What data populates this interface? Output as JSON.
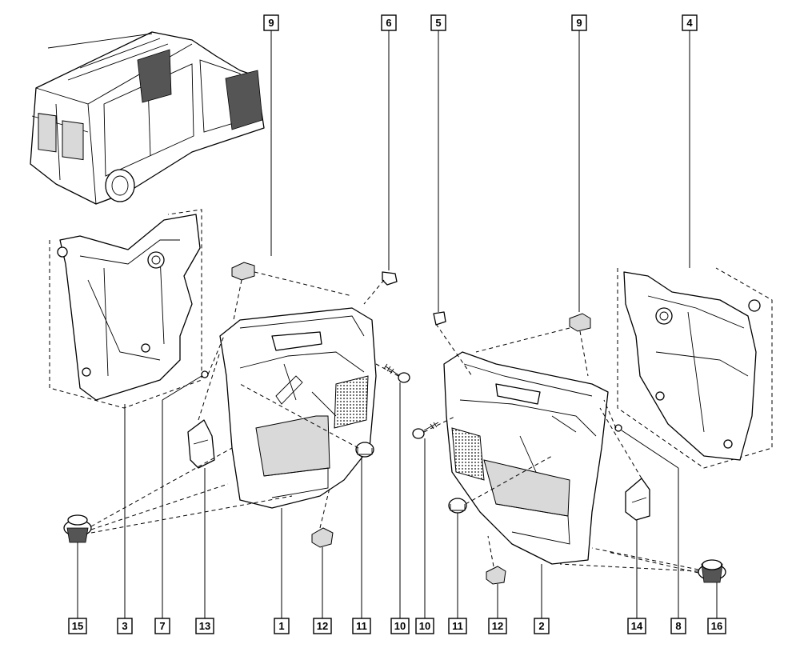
{
  "callouts": {
    "c1": "1",
    "c2": "2",
    "c3": "3",
    "c4": "4",
    "c5": "5",
    "c6": "6",
    "c7": "7",
    "c8": "8",
    "c9a": "9",
    "c9b": "9",
    "c10a": "10",
    "c10b": "10",
    "c11a": "11",
    "c11b": "11",
    "c12a": "12",
    "c12b": "12",
    "c13": "13",
    "c14": "14",
    "c15": "15",
    "c16": "16"
  }
}
